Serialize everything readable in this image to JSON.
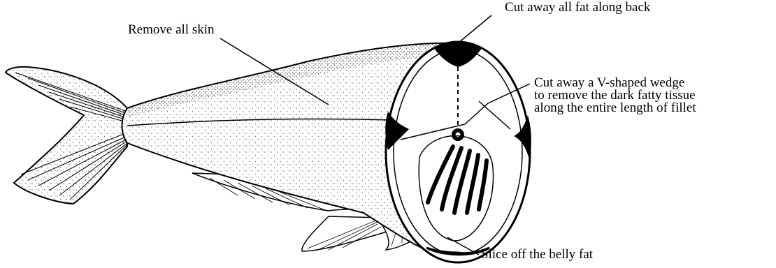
{
  "labels": {
    "back_fat": "Cut away all fat along back",
    "skin": "Remove all skin",
    "wedge_line1": "Cut away a V-shaped wedge",
    "wedge_line2": "to remove the dark fatty tissue",
    "wedge_line3": "along the entire length of fillet",
    "belly_fat": "Slice off the belly fat"
  },
  "colors": {
    "ink": "#000000",
    "background": "#ffffff"
  }
}
